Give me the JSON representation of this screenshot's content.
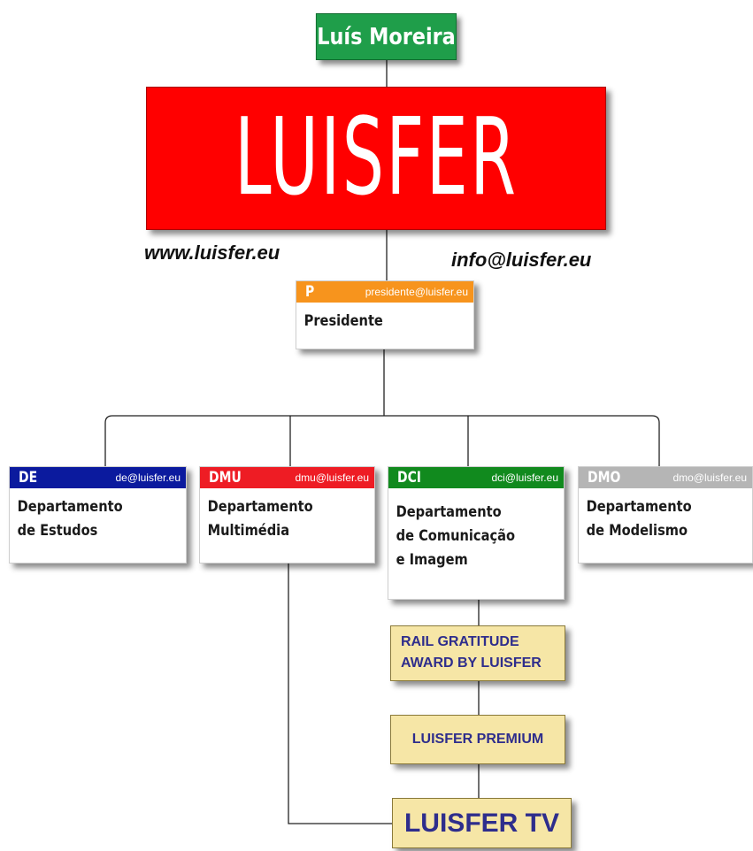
{
  "person": {
    "name": "Luís Moreira",
    "color": "#1f9e4a"
  },
  "logo": {
    "text": "LUISFER",
    "color": "#ff0000"
  },
  "website": "www.luisfer.eu",
  "email": "info@luisfer.eu",
  "president": {
    "code": "P",
    "email": "presidente@luisfer.eu",
    "title": "Presidente",
    "color": "#f7941d"
  },
  "departments": [
    {
      "code": "DE",
      "email": "de@luisfer.eu",
      "lines": [
        "Departamento",
        "de Estudos"
      ],
      "color": "#0b1a9e"
    },
    {
      "code": "DMU",
      "email": "dmu@luisfer.eu",
      "lines": [
        "Departamento",
        "Multimédia"
      ],
      "color": "#ee1c24"
    },
    {
      "code": "DCI",
      "email": "dci@luisfer.eu",
      "lines": [
        "Departamento",
        "de Comunicação",
        "e Imagem"
      ],
      "color": "#118a1e"
    },
    {
      "code": "DMO",
      "email": "dmo@luisfer.eu",
      "lines": [
        "Departamento",
        "de Modelismo"
      ],
      "color": "#b5b5b5"
    }
  ],
  "projects": [
    {
      "lines": [
        "RAIL GRATITUDE",
        "AWARD BY LUISFER"
      ]
    },
    {
      "label": "LUISFER PREMIUM"
    },
    {
      "label": "LUISFER TV"
    }
  ]
}
